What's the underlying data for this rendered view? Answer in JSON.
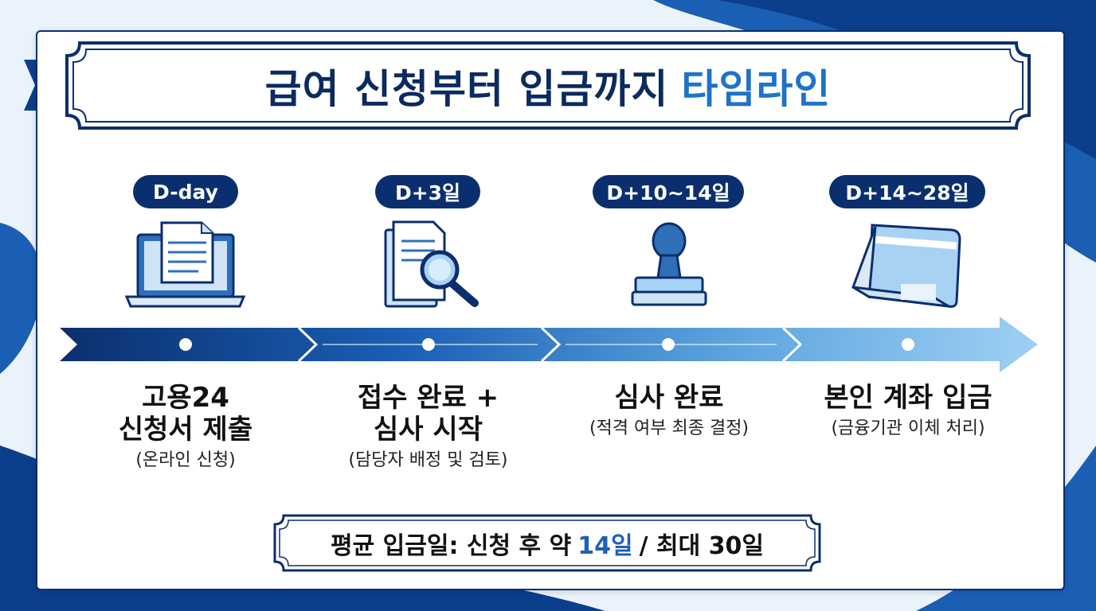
{
  "title": {
    "main": "급여 신청부터 입금까지",
    "accent": "타임라인"
  },
  "steps": [
    {
      "day": "D-day",
      "line1": "고용24",
      "line2": "신청서 제출",
      "sub": "(온라인 신청)",
      "icon": "laptop-document-icon"
    },
    {
      "day": "D+3일",
      "line1": "접수 완료 +",
      "line2": "심사 시작",
      "sub": "(담당자 배정 및 검토)",
      "icon": "document-magnifier-icon"
    },
    {
      "day": "D+10~14일",
      "line1": "심사 완료",
      "line2": "",
      "sub": "(적격 여부 최종 결정)",
      "icon": "stamp-icon"
    },
    {
      "day": "D+14~28일",
      "line1": "본인 계좌 입금",
      "line2": "",
      "sub": "(금융기관 이체 처리)",
      "icon": "bankbook-icon"
    }
  ],
  "footer": {
    "prefix": "평균 입금일: 신청 후 약",
    "highlight": "14일",
    "suffix": "/ 최대 30일"
  },
  "colors": {
    "navy": "#0b2f6e",
    "accent": "#1e73c9",
    "light": "#8ec3ef"
  }
}
